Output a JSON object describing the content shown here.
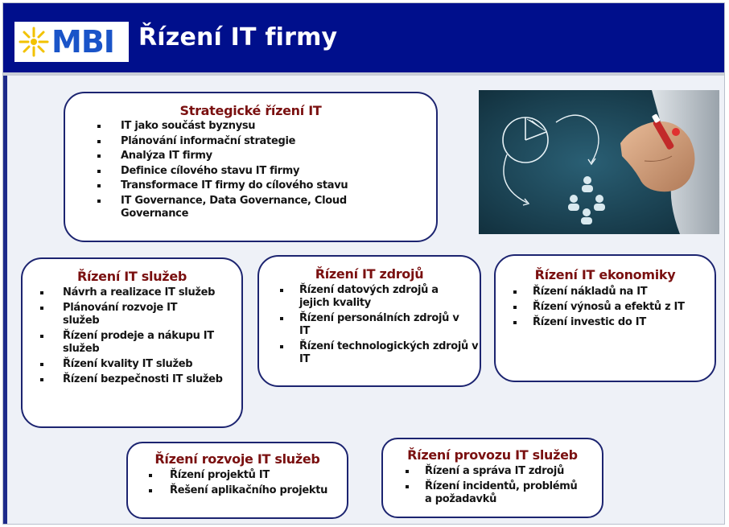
{
  "header": {
    "logo_text": "MBI",
    "title": "Řízení IT firmy"
  },
  "colors": {
    "header_bg": "#000f8c",
    "box_border": "#1c2470",
    "box_heading": "#7a1010",
    "logo_text": "#1a54c8",
    "logo_sun": "#f2c200"
  },
  "photo": {
    "icon": "business-strategy-sketch-photo"
  },
  "strategic": {
    "heading": "Strategické řízení IT",
    "items": [
      "IT jako součást byznysu",
      "Plánování informační strategie",
      "Analýza IT firmy",
      "Definice cílového stavu IT firmy",
      "Transformace IT firmy do cílového stavu",
      "IT Governance, Data Governance, Cloud Governance"
    ]
  },
  "services": {
    "heading": "Řízení IT služeb",
    "items": [
      "Návrh a realizace IT služeb",
      "Plánování rozvoje IT služeb",
      "Řízení prodeje a nákupu IT služeb",
      "Řízení kvality IT služeb",
      "Řízení bezpečnosti IT služeb"
    ]
  },
  "resources": {
    "heading": "Řízení IT zdrojů",
    "items": [
      "Řízení datových zdrojů a jejich kvality",
      "Řízení personálních zdrojů v IT",
      "Řízení technologických zdrojů v IT"
    ]
  },
  "economics": {
    "heading": "Řízení IT ekonomiky",
    "items": [
      "Řízení nákladů na IT",
      "Řízení výnosů a efektů z IT",
      "Řízení investic do IT"
    ]
  },
  "development": {
    "heading": "Řízení rozvoje IT služeb",
    "items": [
      "Řízení projektů IT",
      "Řešení aplikačního projektu"
    ]
  },
  "operations": {
    "heading": "Řízení provozu IT služeb",
    "items": [
      "Řízení a správa IT zdrojů",
      "Řízení incidentů, problémů a požadavků"
    ]
  }
}
